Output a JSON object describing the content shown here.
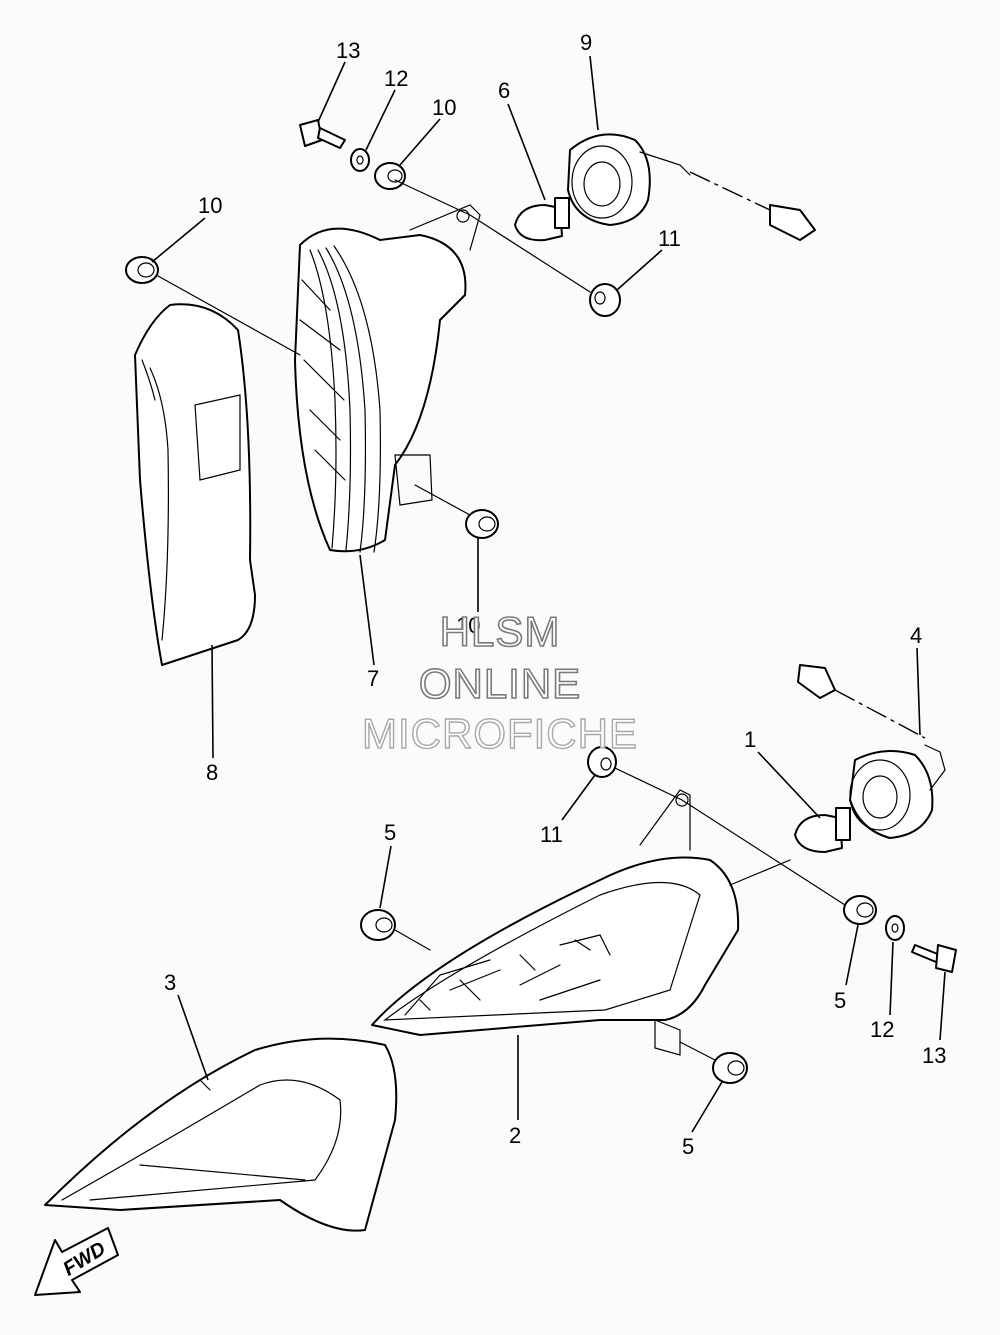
{
  "callouts": {
    "c1": "1",
    "c2": "2",
    "c3": "3",
    "c4": "4",
    "c5a": "5",
    "c5b": "5",
    "c5c": "5",
    "c6": "6",
    "c7": "7",
    "c8": "8",
    "c9": "9",
    "c10a": "10",
    "c10b": "10",
    "c10c": "10",
    "c11a": "11",
    "c11b": "11",
    "c12a": "12",
    "c12b": "12",
    "c13a": "13",
    "c13b": "13"
  },
  "watermark": {
    "line1": "HLSM",
    "line2": "ONLINE",
    "line3": "MICROFICHE"
  },
  "direction_label": "FWD"
}
